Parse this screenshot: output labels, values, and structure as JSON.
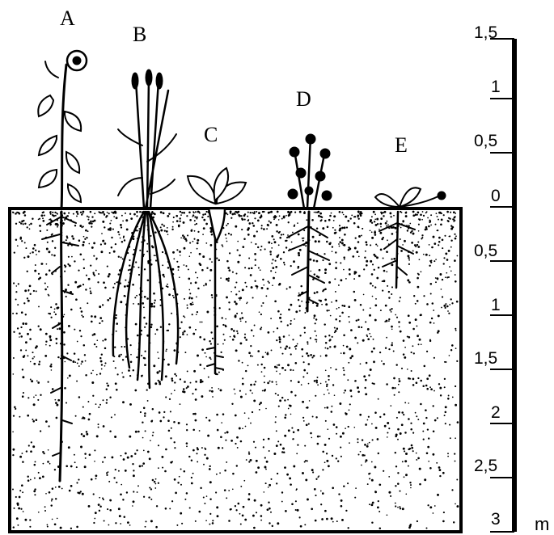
{
  "plants": [
    {
      "letter": "A",
      "icon": "sunflower-icon"
    },
    {
      "letter": "B",
      "icon": "wheat-icon"
    },
    {
      "letter": "C",
      "icon": "beet-icon"
    },
    {
      "letter": "D",
      "icon": "flowering-herb-icon"
    },
    {
      "letter": "E",
      "icon": "low-clover-icon"
    }
  ],
  "scale": {
    "above_ground": [
      "1,5",
      "1",
      "0,5"
    ],
    "ground": "0",
    "below_ground": [
      "0,5",
      "1",
      "1,5",
      "2",
      "2,5",
      "3"
    ],
    "unit": "m"
  },
  "colors": {
    "ink": "#000000",
    "background": "#ffffff"
  }
}
